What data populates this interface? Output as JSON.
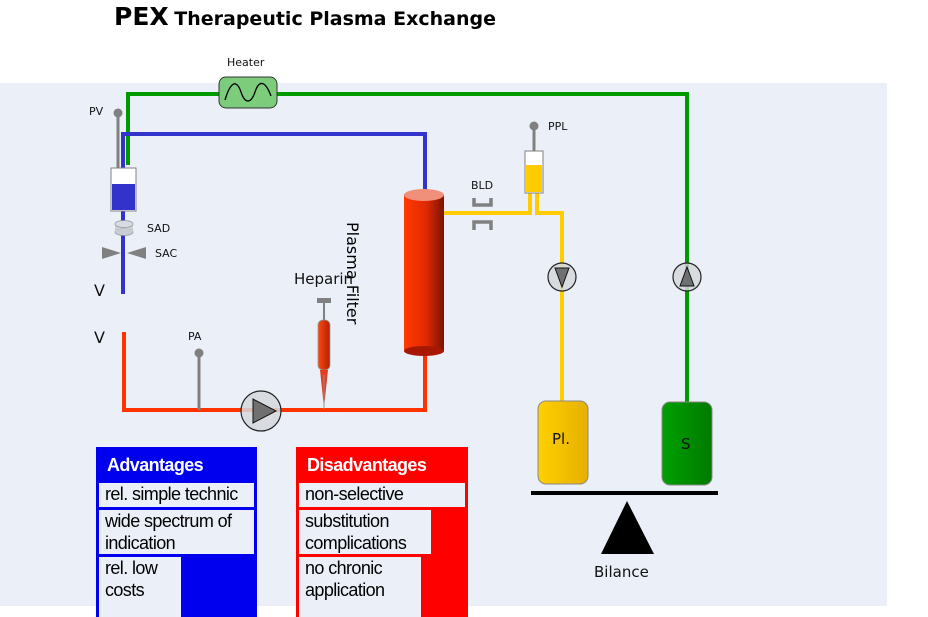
{
  "title": {
    "abbr": "PEX",
    "full": "Therapeutic Plasma Exchange"
  },
  "colors": {
    "blood_venous": "#3333cc",
    "blood_arterial": "#ff3300",
    "plasma": "#ffcc00",
    "substitution": "#009900",
    "sensor": "#808080",
    "background": "#ebf0f8"
  },
  "components": {
    "heater": "Heater",
    "pv": "PV",
    "sad": "SAD",
    "sac": "SAC",
    "v_upper": "V",
    "v_lower": "V",
    "pa": "PA",
    "heparin": "Heparin",
    "plasma_filter": "Plasma Filter",
    "bld": "BLD",
    "ppl": "PPL",
    "plasma_bag": "Pl.",
    "substitution_bag": "S",
    "bilance": "Bilance"
  },
  "advantages": {
    "header": "Advantages",
    "items": [
      "rel. simple technic",
      "wide spectrum of indication",
      "rel. low costs"
    ]
  },
  "disadvantages": {
    "header": "Disadvantages",
    "items": [
      "non-selective",
      "substitution complications",
      "no chronic application"
    ]
  }
}
